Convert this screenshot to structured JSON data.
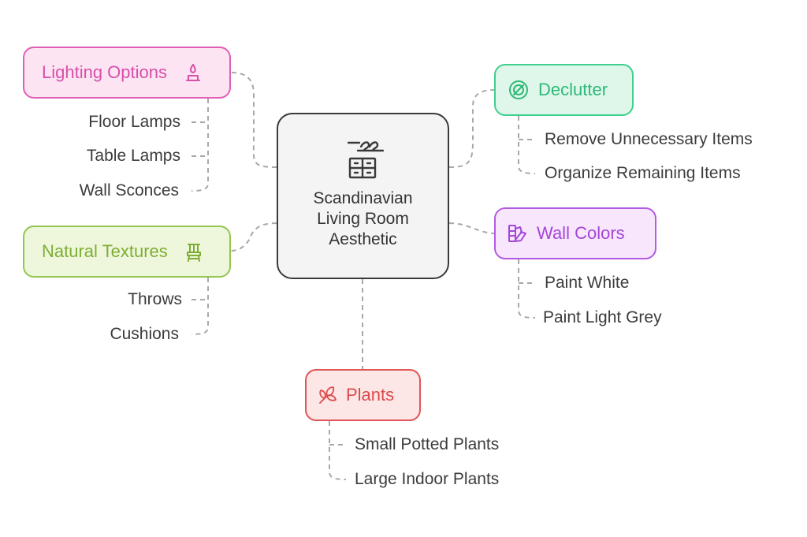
{
  "center": {
    "title": "Scandinavian Living Room Aesthetic",
    "icon": "hanger-dresser-icon"
  },
  "branches": {
    "lighting": {
      "label": "Lighting Options",
      "icon": "candle-icon",
      "color": "#e15fb4",
      "items": [
        "Floor Lamps",
        "Table Lamps",
        "Wall Sconces"
      ]
    },
    "textures": {
      "label": "Natural Textures",
      "icon": "chair-icon",
      "color": "#94c550",
      "items": [
        "Throws",
        "Cushions"
      ]
    },
    "declutter": {
      "label": "Declutter",
      "icon": "prohibited-icon",
      "color": "#3fcf8e",
      "items": [
        "Remove Unnecessary Items",
        "Organize Remaining Items"
      ]
    },
    "wallcolors": {
      "label": "Wall Colors",
      "icon": "color-swatch-icon",
      "color": "#b45be3",
      "items": [
        "Paint White",
        "Paint Light Grey"
      ]
    },
    "plants": {
      "label": "Plants",
      "icon": "leaf-icon",
      "color": "#e05555",
      "items": [
        "Small Potted Plants",
        "Large Indoor Plants"
      ]
    }
  }
}
